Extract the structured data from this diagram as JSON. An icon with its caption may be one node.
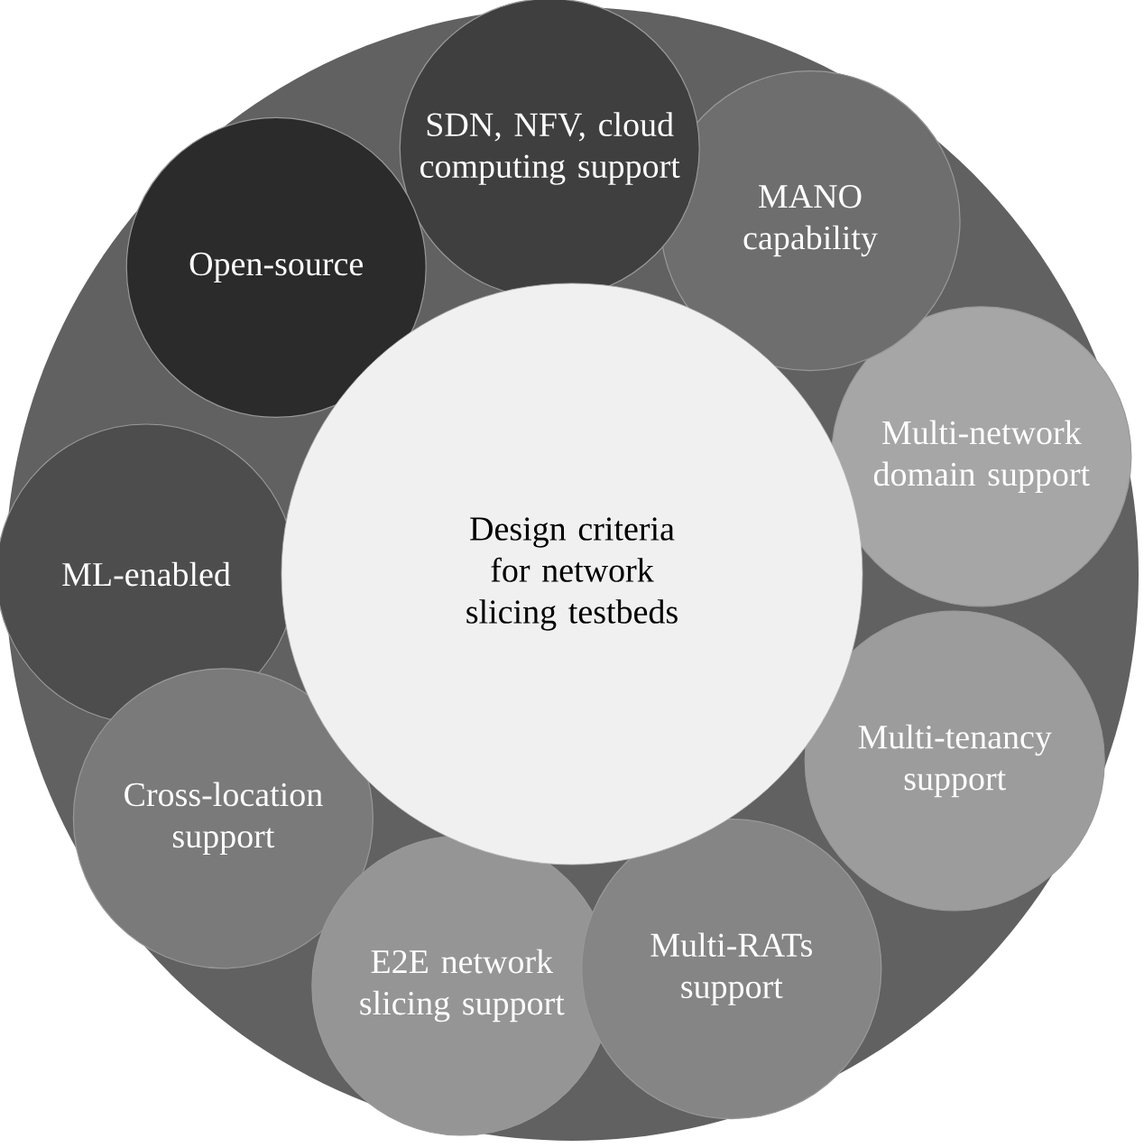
{
  "diagram": {
    "nodes": [
      {
        "text": [
          "Design criteria for network slicing testbeds"
        ]
      },
      {
        "text": [
          "Open-source"
        ]
      },
      {
        "text": [
          "SDN, NFV, cloud computing support"
        ]
      },
      {
        "text": [
          "MANO capability"
        ]
      },
      {
        "text": [
          "Multi-network domain support"
        ]
      },
      {
        "text": [
          "Multi-tenancy support"
        ]
      },
      {
        "text": [
          "Multi-RATs support"
        ]
      },
      {
        "text": [
          "E2E network slicing support"
        ]
      },
      {
        "text": [
          "Cross-location support"
        ]
      },
      {
        "text": [
          "ML-enabled"
        ]
      }
    ]
  }
}
